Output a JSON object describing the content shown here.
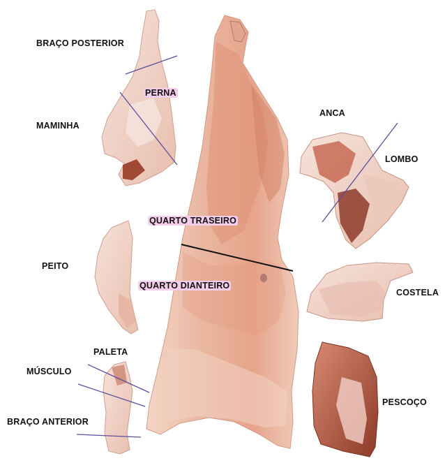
{
  "labels": {
    "braco_posterior": "BRAÇO POSTERIOR",
    "perna": "PERNA",
    "maminha": "MAMINHA",
    "anca": "ANCA",
    "lombo": "LOMBO",
    "quarto_traseiro": "QUARTO TRASEIRO",
    "peito": "PEITO",
    "quarto_dianteiro": "QUARTO DIANTEIRO",
    "costela": "COSTELA",
    "paleta": "PALETA",
    "musculo": "MÚSCULO",
    "braco_anterior": "BRAÇO ANTERIOR",
    "pescoco": "PESCOÇO"
  },
  "colors": {
    "label_highlight": "#f3cde9",
    "meat_light": "#f1cfc2",
    "meat_pink": "#e59d86",
    "meat_red": "#c0583f",
    "meat_dark": "#7a2d1f",
    "cut_line": "#5b4c9c"
  }
}
